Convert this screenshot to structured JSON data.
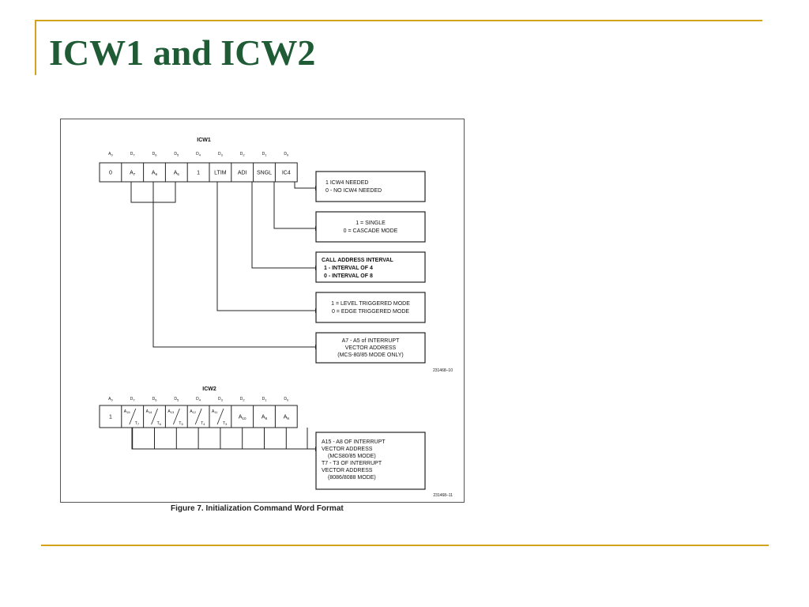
{
  "slide": {
    "title": "ICW1 and ICW2"
  },
  "icw1": {
    "label": "ICW1",
    "bit_headers": [
      "A0",
      "D7",
      "D6",
      "D5",
      "D4",
      "D3",
      "D2",
      "D1",
      "D0"
    ],
    "cells": [
      "0",
      "A7",
      "A6",
      "A5",
      "1",
      "LTIM",
      "ADI",
      "SNGL",
      "IC4"
    ],
    "boxes": [
      {
        "lines": [
          "1   ICW4 NEEDED",
          "0 - NO ICW4 NEEDED"
        ]
      },
      {
        "lines": [
          "1 = SINGLE",
          "0 = CASCADE MODE"
        ]
      },
      {
        "lines": [
          "CALL ADDRESS INTERVAL",
          "1 - INTERVAL OF 4",
          "0 - INTERVAL OF 8"
        ]
      },
      {
        "lines": [
          "1 = LEVEL TRIGGERED MODE",
          "0 = EDGE TRIGGERED MODE"
        ]
      },
      {
        "lines": [
          "A7 - A5 of INTERRUPT",
          "VECTOR ADDRESS",
          "(MCS-80/85 MODE ONLY)"
        ]
      }
    ],
    "ref": "231468–10"
  },
  "icw2": {
    "label": "ICW2",
    "bit_headers": [
      "A0",
      "D7",
      "D6",
      "D5",
      "D4",
      "D3",
      "D2",
      "D1",
      "D0"
    ],
    "cells": [
      {
        "main": "1"
      },
      {
        "top": "A15",
        "bottom": "T7"
      },
      {
        "top": "A14",
        "bottom": "T6"
      },
      {
        "top": "A13",
        "bottom": "T5"
      },
      {
        "top": "A12",
        "bottom": "T4"
      },
      {
        "top": "A11",
        "bottom": "T3"
      },
      {
        "main": "A10"
      },
      {
        "main": "A9"
      },
      {
        "main": "A8"
      }
    ],
    "box": {
      "lines": [
        "A15 - A8 OF INTERRUPT",
        "VECTOR ADDRESS",
        "(MCS80/85 MODE)",
        "T7 - T3 OF INTERRUPT",
        "VECTOR ADDRESS",
        "(8086/8088 MODE)"
      ]
    },
    "ref": "231468–11"
  },
  "caption": "Figure 7. Initialization Command Word Format"
}
